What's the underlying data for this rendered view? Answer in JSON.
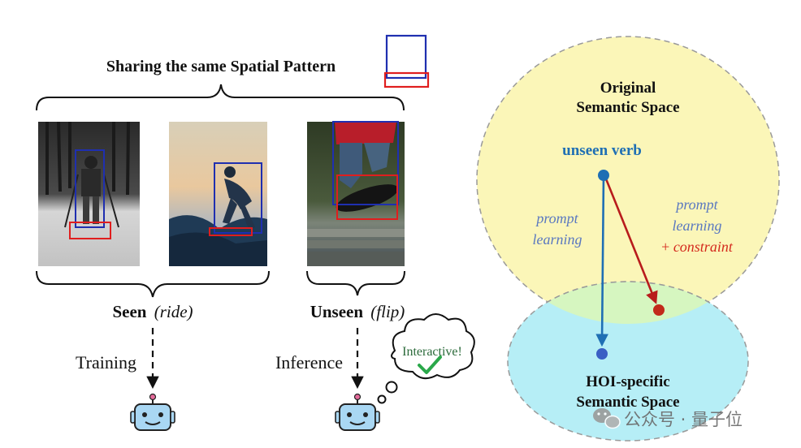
{
  "left_panel": {
    "title": "Sharing the same Spatial Pattern",
    "seen_label": "Seen",
    "seen_verb": "(ride)",
    "unseen_label": "Unseen",
    "unseen_verb": "(flip)",
    "training_label": "Training",
    "inference_label": "Inference",
    "thought_text": "Interactive!"
  },
  "right_panel": {
    "original_space_line1": "Original",
    "original_space_line2": "Semantic Space",
    "hoi_space_line1": "HOI-specific",
    "hoi_space_line2": "Semantic Space",
    "unseen_verb_label": "unseen verb",
    "prompt_left_line1": "prompt",
    "prompt_left_line2": "learning",
    "prompt_right_line1": "prompt",
    "prompt_right_line2": "learning",
    "constraint_plus": "+ ",
    "constraint_word": "constraint"
  },
  "watermark": {
    "text": "公众号 · 量子位"
  },
  "colors": {
    "blue_box": "#1f2fb0",
    "red_box": "#e01e1e",
    "original_space_fill": "#fbf6b8",
    "hoi_space_fill": "#b6eef6",
    "overlap_fill": "#d6f6c0",
    "blue_text": "#1f6fb4",
    "red_text": "#d42a1e",
    "prompt_text": "#5a78c0",
    "robot_fill": "#a9d7f3",
    "check_green": "#2aa84a"
  }
}
